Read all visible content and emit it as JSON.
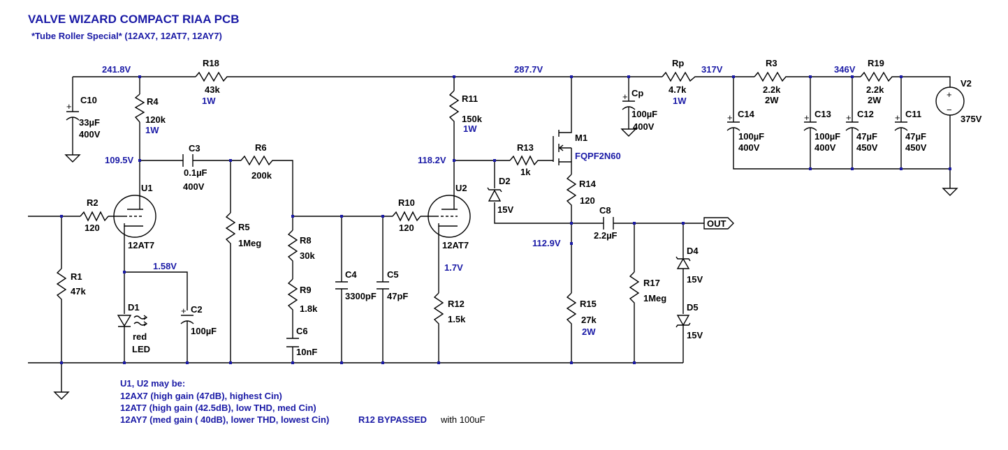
{
  "title": "VALVE WIZARD COMPACT RIAA PCB",
  "subtitle": "*Tube Roller Special* (12AX7, 12AT7, 12AY7)",
  "nodes": {
    "n1": "241.8V",
    "n2": "287.7V",
    "n3": "317V",
    "n4": "346V",
    "n5": "109.5V",
    "n6": "118.2V",
    "n7": "112.9V",
    "n8": "1.58V",
    "n9": "1.7V"
  },
  "components": {
    "R18": {
      "name": "R18",
      "value": "43k",
      "extra": "1W"
    },
    "R4": {
      "name": "R4",
      "value": "120k",
      "extra": "1W"
    },
    "C10": {
      "name": "C10",
      "value": "33µF",
      "extra": "400V"
    },
    "C3": {
      "name": "C3",
      "value": "0.1µF",
      "extra": "400V"
    },
    "R6": {
      "name": "R6",
      "value": "200k"
    },
    "R2": {
      "name": "R2",
      "value": "120"
    },
    "U1": {
      "name": "U1",
      "value": "12AT7"
    },
    "R1": {
      "name": "R1",
      "value": "47k"
    },
    "D1": {
      "name": "D1",
      "value": "red",
      "extra": "LED"
    },
    "C2": {
      "name": "C2",
      "value": "100µF"
    },
    "R5": {
      "name": "R5",
      "value": "1Meg"
    },
    "R8": {
      "name": "R8",
      "value": "30k"
    },
    "R9": {
      "name": "R9",
      "value": "1.8k"
    },
    "C6": {
      "name": "C6",
      "value": "10nF"
    },
    "C4": {
      "name": "C4",
      "value": "3300pF"
    },
    "C5": {
      "name": "C5",
      "value": "47pF"
    },
    "R10": {
      "name": "R10",
      "value": "120"
    },
    "U2": {
      "name": "U2",
      "value": "12AT7"
    },
    "R12": {
      "name": "R12",
      "value": "1.5k"
    },
    "R11": {
      "name": "R11",
      "value": "150k",
      "extra": "1W"
    },
    "R13": {
      "name": "R13",
      "value": "1k"
    },
    "D2": {
      "name": "D2",
      "value": "15V"
    },
    "M1": {
      "name": "M1",
      "value": "FQPF2N60"
    },
    "R14": {
      "name": "R14",
      "value": "120"
    },
    "C8": {
      "name": "C8",
      "value": "2.2µF"
    },
    "R15": {
      "name": "R15",
      "value": "27k",
      "extra": "2W"
    },
    "R17": {
      "name": "R17",
      "value": "1Meg"
    },
    "D4": {
      "name": "D4",
      "value": "15V"
    },
    "D5": {
      "name": "D5",
      "value": "15V"
    },
    "Cp": {
      "name": "Cp",
      "value": "100µF",
      "extra": "400V"
    },
    "Rp": {
      "name": "Rp",
      "value": "4.7k",
      "extra": "1W"
    },
    "R3": {
      "name": "R3",
      "value": "2.2k",
      "extra": "2W"
    },
    "R19": {
      "name": "R19",
      "value": "2.2k",
      "extra": "2W"
    },
    "C14": {
      "name": "C14",
      "value": "100µF",
      "extra": "400V"
    },
    "C13": {
      "name": "C13",
      "value": "100µF",
      "extra": "400V"
    },
    "C12": {
      "name": "C12",
      "value": "47µF",
      "extra": "450V"
    },
    "C11": {
      "name": "C11",
      "value": "47µF",
      "extra": "450V"
    },
    "V2": {
      "name": "V2",
      "value": "375V"
    }
  },
  "out_label": "OUT",
  "plus_sign": "+",
  "minus_sign": "−",
  "notes": {
    "line1": "U1, U2 may be:",
    "line2": "12AX7 (high gain (47dB), highest Cin)",
    "line3": "12AT7 (high gain (42.5dB), low THD, med Cin)",
    "line4": "12AY7 (med gain ( 40dB), lower THD, lowest Cin)",
    "bypass": "R12 BYPASSED",
    "bypass_with": "with 100uF"
  },
  "colors": {
    "wire": "#000000",
    "label_blue": "#1a1aa6",
    "label_black": "#000000",
    "background": "#ffffff"
  }
}
